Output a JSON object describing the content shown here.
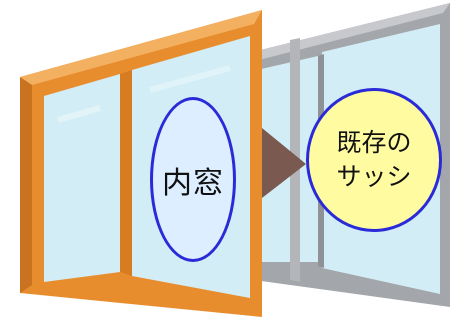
{
  "labels": {
    "inner_window": "内窓",
    "existing_sash_line1": "既存の",
    "existing_sash_line2": "サッシ"
  },
  "colors": {
    "inner_frame": "#e88d2e",
    "existing_frame": "#a3a6aa",
    "glass": "#d3edf6",
    "arrow": "#7a5a50",
    "inner_bubble_fill": "#dceeff",
    "existing_bubble_fill": "#fffba0",
    "bubble_border": "#2a2ad8"
  }
}
